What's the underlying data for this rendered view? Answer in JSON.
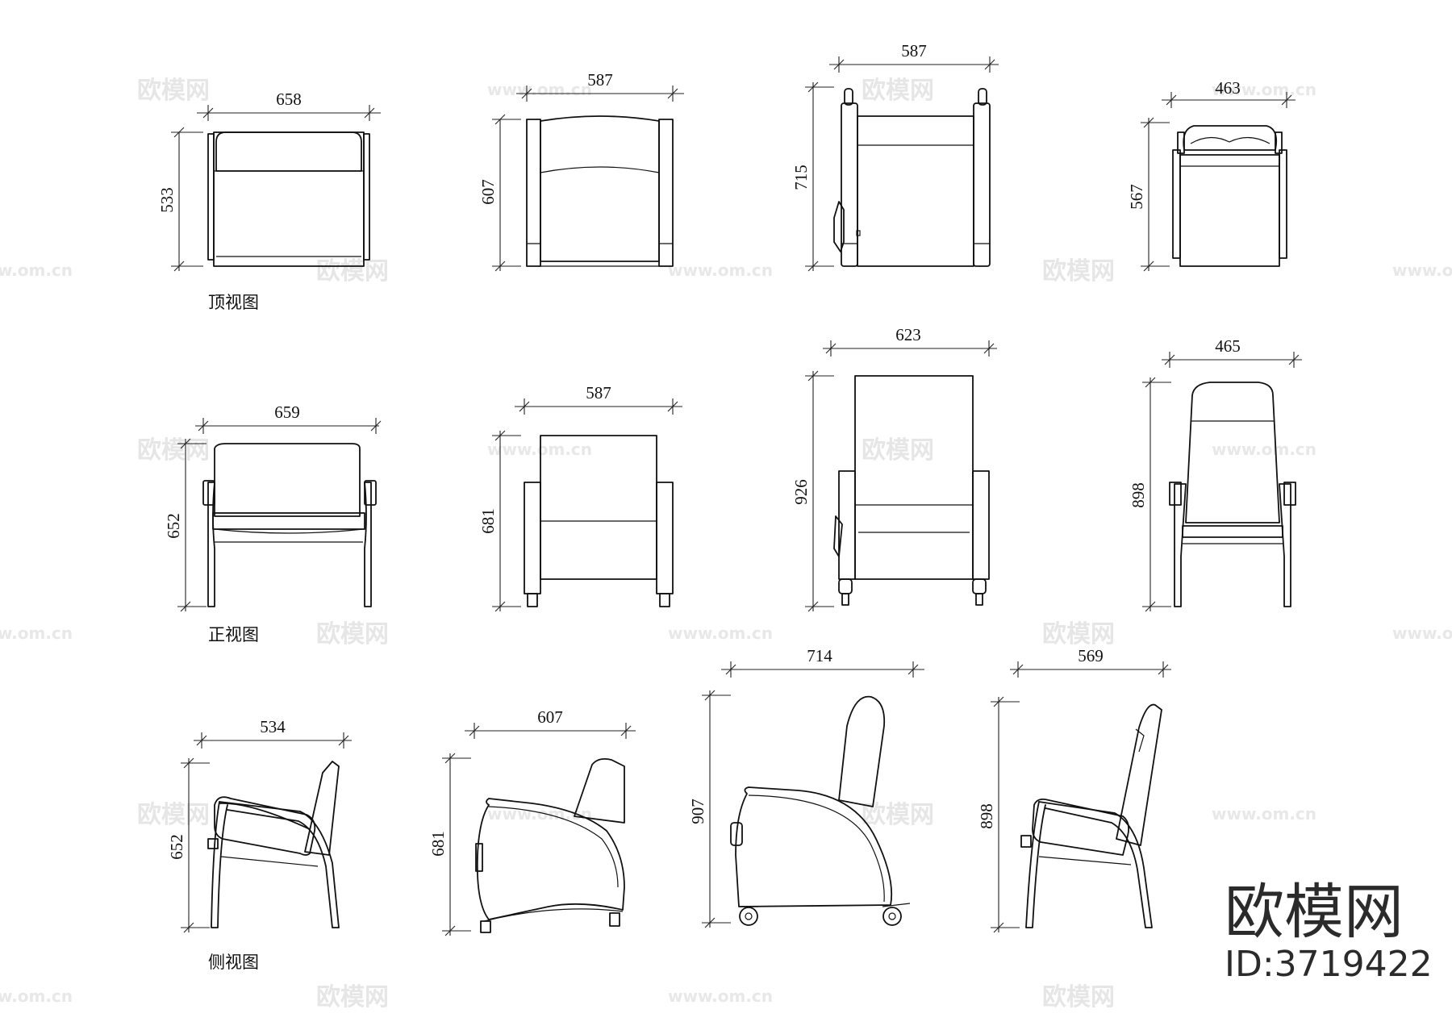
{
  "views": {
    "top_label": "顶视图",
    "front_label": "正视图",
    "side_label": "侧视图"
  },
  "dimensions": {
    "top": [
      {
        "width": "658",
        "height": "533"
      },
      {
        "width": "587",
        "height": "607"
      },
      {
        "width": "587",
        "height": "715"
      },
      {
        "width": "463",
        "height": "567"
      }
    ],
    "front": [
      {
        "width": "659",
        "height": "652"
      },
      {
        "width": "587",
        "height": "681"
      },
      {
        "width": "623",
        "height": "926"
      },
      {
        "width": "465",
        "height": "898"
      }
    ],
    "side": [
      {
        "width": "534",
        "height": "652"
      },
      {
        "width": "607",
        "height": "681"
      },
      {
        "width": "714",
        "height": "907"
      },
      {
        "width": "569",
        "height": "898"
      }
    ]
  },
  "watermarks": {
    "cn": "欧模网",
    "url": "www.om.cn"
  },
  "brand": {
    "name": "欧模网",
    "id": "ID:3719422"
  }
}
